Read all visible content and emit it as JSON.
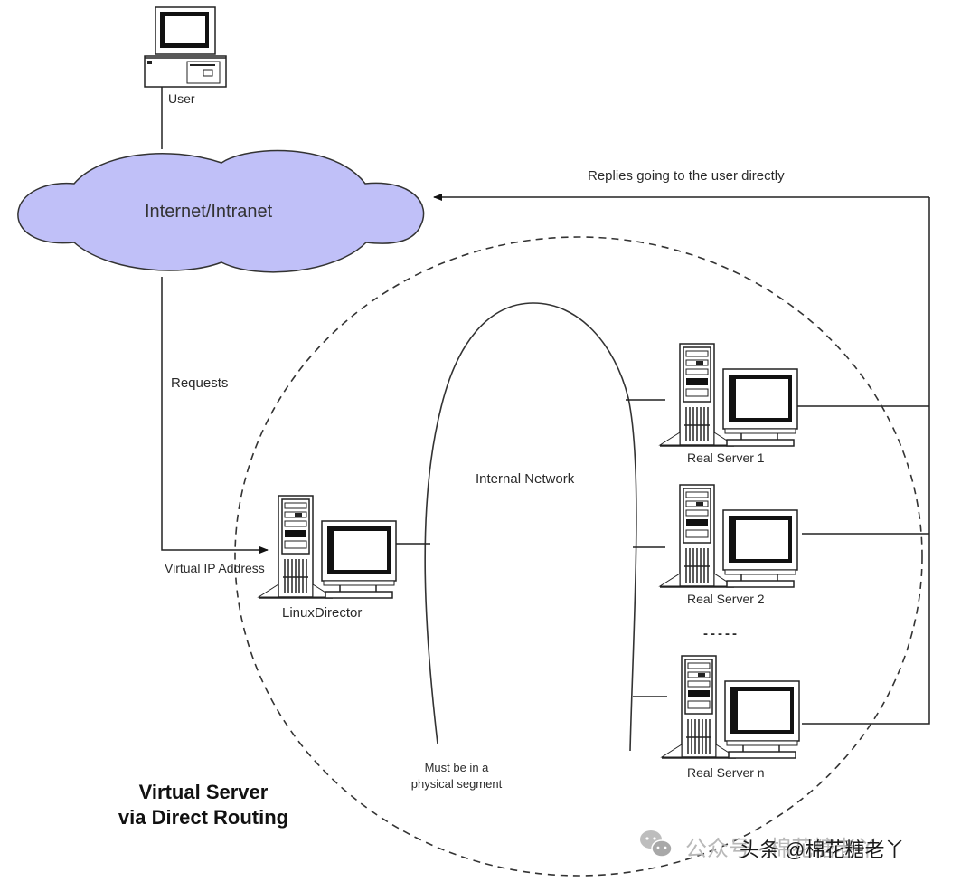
{
  "diagram": {
    "title_line1": "Virtual Server",
    "title_line2": "via Direct Routing",
    "nodes": {
      "user": {
        "label": "User",
        "icon": "desktop-computer-icon"
      },
      "internet": {
        "label": "Internet/Intranet",
        "icon": "cloud-icon",
        "fill": "#c0c0f8"
      },
      "director": {
        "label": "LinuxDirector",
        "icon": "server-tower-monitor-icon"
      },
      "internal_network": {
        "label": "Internal Network"
      },
      "segment_note_line1": "Must be in a",
      "segment_note_line2": "physical segment",
      "real_servers": [
        {
          "label": "Real Server 1",
          "icon": "server-tower-monitor-icon"
        },
        {
          "label": "Real Server 2",
          "icon": "server-tower-monitor-icon"
        },
        {
          "label": "Real Server n",
          "icon": "server-tower-monitor-icon"
        }
      ],
      "ellipsis": "-----"
    },
    "edges": {
      "requests": "Requests",
      "virtual_ip": "Virtual IP Address",
      "replies": "Replies going to the user directly"
    }
  },
  "watermark": {
    "icon": "wechat-icon",
    "grey_text": "公众号 · 棉花糖老丫",
    "dark_text": "头条 @棉花糖老丫"
  }
}
